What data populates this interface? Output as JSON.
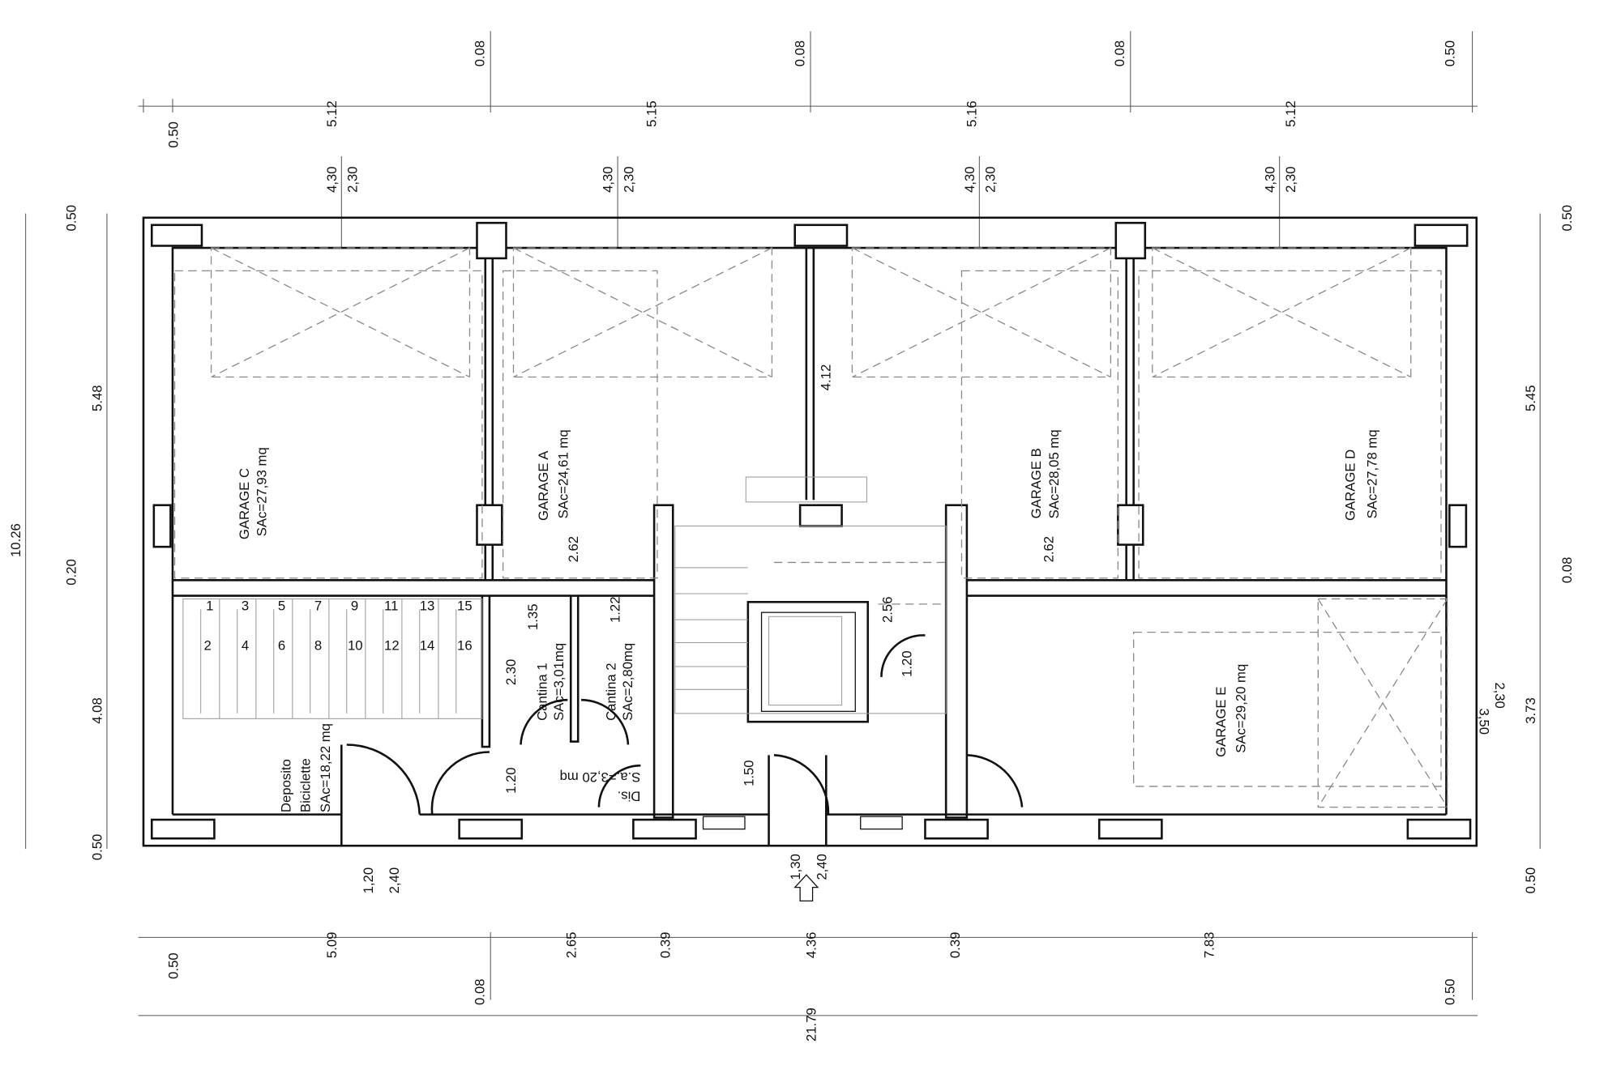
{
  "rooms": {
    "garage_c": {
      "name": "GARAGE C",
      "area": "SAc=27,93 mq"
    },
    "garage_a": {
      "name": "GARAGE A",
      "area": "SAc=24,61 mq"
    },
    "garage_b": {
      "name": "GARAGE B",
      "area": "SAc=28,05 mq"
    },
    "garage_d": {
      "name": "GARAGE D",
      "area": "SAc=27,78 mq"
    },
    "garage_e": {
      "name": "GARAGE E",
      "area": "SAc=29,20 mq"
    },
    "deposito": {
      "name1": "Deposito",
      "name2": "Biciclette",
      "area": "SAc=18,22 mq"
    },
    "cantina1": {
      "name": "Cantina 1",
      "area": "SAc=3,01mq"
    },
    "cantina2": {
      "name": "Cantina 2",
      "area": "SAc=2,80mq"
    },
    "dis": {
      "name": "Dis.",
      "area": "S.a.=3,20 mq"
    }
  },
  "bike_slots": [
    "1",
    "2",
    "3",
    "4",
    "5",
    "6",
    "7",
    "8",
    "9",
    "10",
    "11",
    "12",
    "13",
    "14",
    "15",
    "16"
  ],
  "dims": {
    "top_main": [
      "5.12",
      "5.15",
      "5.16",
      "5.12"
    ],
    "top_small": [
      "0.50",
      "0.08",
      "0.08",
      "0.08",
      "0.50"
    ],
    "garage_door": [
      "4,30",
      "2,30"
    ],
    "bottom": [
      "0.50",
      "5.09",
      "0.08",
      "2.65",
      "0.39",
      "4.36",
      "0.39",
      "7.83",
      "0.50"
    ],
    "total_width": "21.79",
    "left": [
      "0.50",
      "5.48",
      "0.20",
      "4.08",
      "0.50"
    ],
    "total_height": "10.26",
    "right": [
      "0.50",
      "5.45",
      "0.08",
      "3.73",
      "0.50"
    ],
    "garage_e_door": [
      "3,50",
      "2,30"
    ],
    "inner": {
      "wall_ab": "4.12",
      "c_a": "2.62",
      "b_d": "2.62",
      "cant1_w": "1.35",
      "cant2_w": "1.22",
      "cant_h": "2.30",
      "dis_w": "1.20",
      "stair": "2.56",
      "lift_door": "1.20",
      "entry_h": "1.50",
      "entry_a": "1,30",
      "entry_b": "2,40",
      "bike_door_a": "1,20",
      "bike_door_b": "2,40"
    }
  }
}
